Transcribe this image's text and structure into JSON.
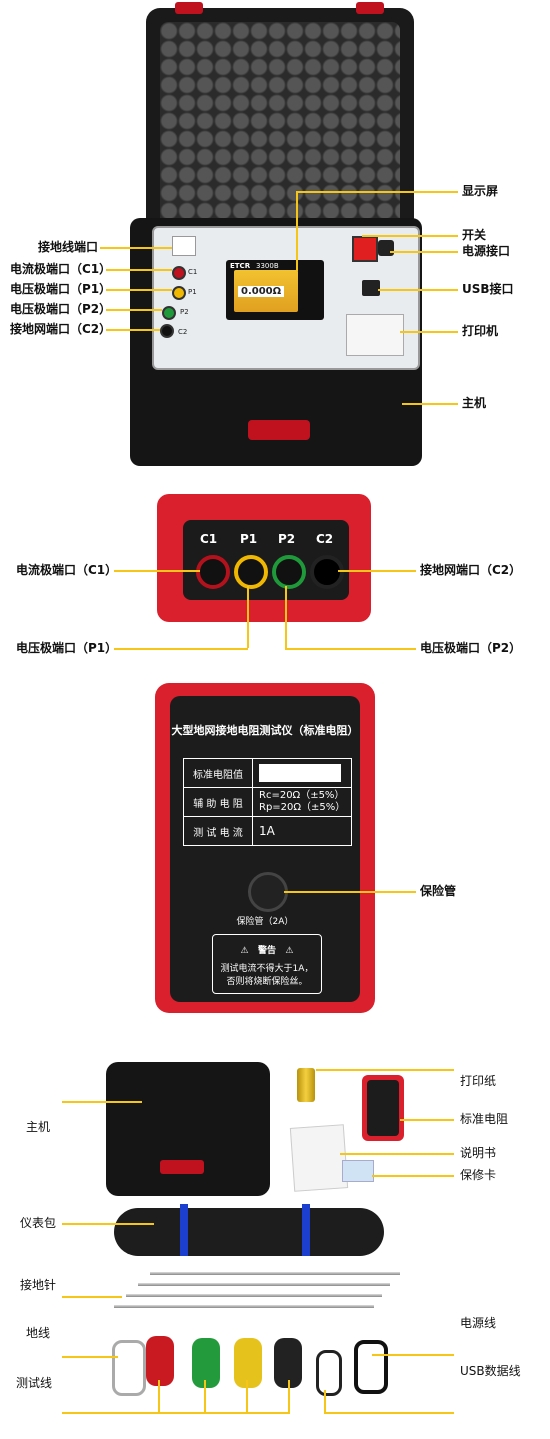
{
  "section1": {
    "labels_left": [
      "接地线端口",
      "电流极端口（C1）",
      "电压极端口（P1）",
      "电压极端口（P2）",
      "接地网端口（C2）"
    ],
    "labels_right": [
      "显示屏",
      "开关",
      "电源接口",
      "USB接口",
      "打印机",
      "主机"
    ],
    "panel_port_tags": [
      "C1",
      "P1",
      "P2",
      "C2"
    ],
    "screen_reading": "0.000Ω",
    "brand_text": "ETCR",
    "model_text": "3300B"
  },
  "section2": {
    "terminal_tags": [
      "C1",
      "P1",
      "P2",
      "C2"
    ],
    "terminal_colors": [
      "#b3121d",
      "#f0b800",
      "#1f9a3a",
      "#222222"
    ],
    "label_c1": "电流极端口（C1）",
    "label_c2": "接地网端口（C2）",
    "label_p1": "电压极端口（P1）",
    "label_p2": "电压极端口（P2）"
  },
  "section3": {
    "title": "大型地网接地电阻测试仪（标准电阻）",
    "rows": [
      {
        "key": "标准电阻值",
        "value": ""
      },
      {
        "key": "辅 助 电 阻",
        "value": "Rc=20Ω（±5%）",
        "value2": "Rp=20Ω（±5%）"
      },
      {
        "key": "测 试 电 流",
        "value": "1A"
      }
    ],
    "fuse_caption": "保险管（2A）",
    "fuse_label": "保险管",
    "warning_title": "警告",
    "warning_line1": "测试电流不得大于1A，",
    "warning_line2": "否则将烧断保险丝。"
  },
  "section4": {
    "labels_left": [
      "主机",
      "仪表包",
      "接地针",
      "地线",
      "测试线"
    ],
    "labels_right": [
      "打印纸",
      "标准电阻",
      "说明书",
      "保修卡",
      "电源线",
      "USB数据线"
    ]
  },
  "colors": {
    "callout_line": "#f5c518",
    "device_red": "#d9202c",
    "case_black": "#151515"
  }
}
